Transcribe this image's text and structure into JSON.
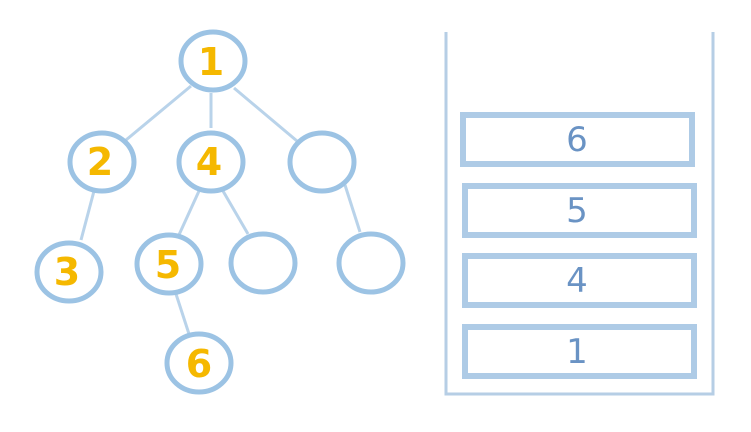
{
  "tree": {
    "nodes": [
      {
        "id": "n1",
        "label": "1"
      },
      {
        "id": "n2",
        "label": "2"
      },
      {
        "id": "n4",
        "label": "4"
      },
      {
        "id": "n7",
        "label": ""
      },
      {
        "id": "n3",
        "label": "3"
      },
      {
        "id": "n5",
        "label": "5"
      },
      {
        "id": "n8",
        "label": ""
      },
      {
        "id": "n9",
        "label": ""
      },
      {
        "id": "n6",
        "label": "6"
      }
    ],
    "edges": [
      [
        "n1",
        "n2"
      ],
      [
        "n1",
        "n4"
      ],
      [
        "n1",
        "n7"
      ],
      [
        "n2",
        "n3"
      ],
      [
        "n4",
        "n5"
      ],
      [
        "n4",
        "n8"
      ],
      [
        "n7",
        "n9"
      ],
      [
        "n5",
        "n6"
      ]
    ]
  },
  "stack": {
    "items": [
      "6",
      "5",
      "4",
      "1"
    ]
  },
  "colors": {
    "node_label": "#f5b800",
    "node_outline": "#9cc3e4",
    "edge": "#b9d3ea",
    "stack_outline": "#aecbe6",
    "stack_label": "#6a93c4"
  }
}
